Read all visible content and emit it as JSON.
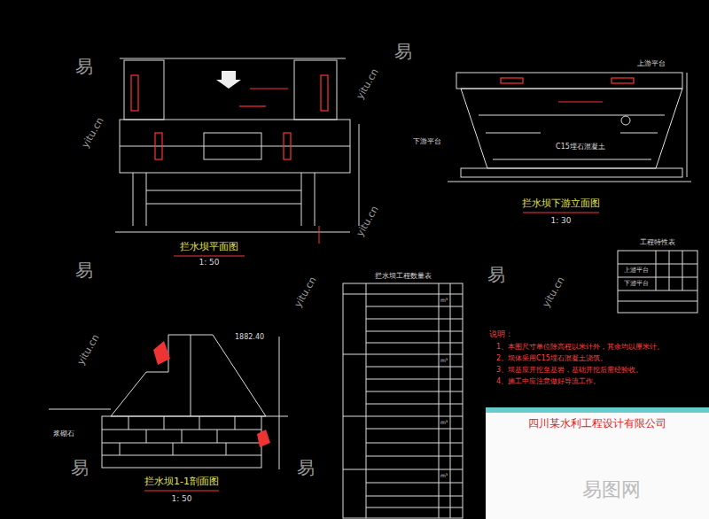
{
  "diagram": {
    "nodes": [
      {
        "text": [
          "四川某水利工程设计有限公司"
        ]
      }
    ],
    "labels": [
      "拦水坝平面图",
      "1: 50",
      "拦水坝下游立面图",
      "1: 30",
      "拦水坝1-1剖面图",
      "1: 50",
      "拦水坝工程数量表",
      "工程特性表",
      "说明：",
      "1、本图尺寸单位除高程以米计外，其余均以厘米计。",
      "2、坝体采用C15埋石混凝土浇筑。",
      "3、坝基应开挖至基岩，基础开挖后需经验收。",
      "4、施工中应注意做好导流工作。",
      "上游平台",
      "下游平台",
      "C15埋石混凝土",
      "1882.40",
      "浆砌石",
      "上游平台",
      "下游平台",
      "m³",
      "m³",
      "m³",
      "m³",
      "易",
      "易",
      "易",
      "易",
      "易",
      "易",
      "yitu.cn",
      "yitu.cn",
      "yitu.cn",
      "yitu.cn",
      "yitu.cn",
      "yitu.cn",
      "易图网"
    ]
  }
}
